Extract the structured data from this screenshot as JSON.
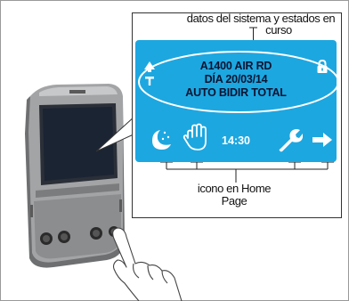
{
  "callout": {
    "top_caption_line1": "datos del sistema y estados en",
    "top_caption_line2": "curso",
    "bottom_caption_line1": "icono en Home",
    "bottom_caption_line2": "Page"
  },
  "display": {
    "model": "A1400 AIR RD",
    "date": "DÍA 20/03/14",
    "mode": "AUTO BIDIR TOTAL",
    "time": "14:30"
  },
  "icons": {
    "top_left": "temperature-arrow-icon",
    "top_right": "lock-icon",
    "home_1": "night-moon-icon",
    "home_2": "manual-hand-icon",
    "home_3": "settings-wrench-icon",
    "home_4": "next-arrow-icon"
  },
  "colors": {
    "screen_background": "#1da7e0",
    "screen_text": "#0b1330",
    "icons": "#ffffff",
    "panel_body": "#8f9092",
    "panel_screen": "#1b2433"
  }
}
